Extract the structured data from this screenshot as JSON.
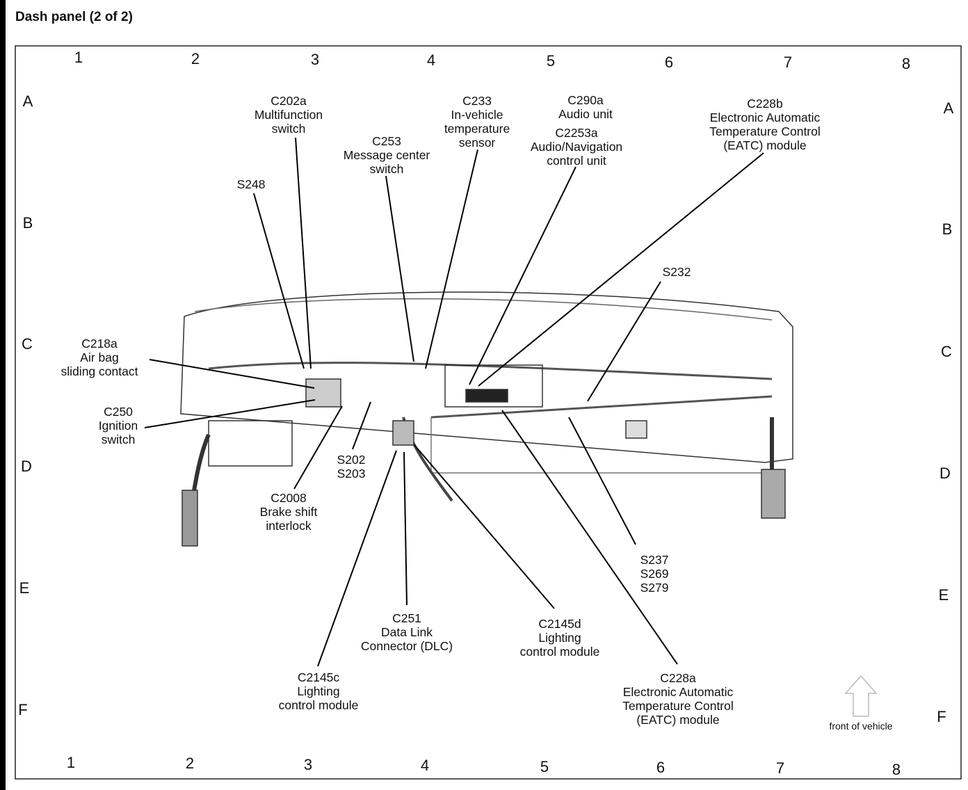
{
  "title": "Dash panel (2 of 2)",
  "grid": {
    "columns": [
      "1",
      "2",
      "3",
      "4",
      "5",
      "6",
      "7",
      "8"
    ],
    "rows": [
      "A",
      "B",
      "C",
      "D",
      "E",
      "F"
    ]
  },
  "callouts": {
    "c202a": [
      "C202a",
      "Multifunction",
      "switch"
    ],
    "s248": [
      "S248"
    ],
    "c253": [
      "C253",
      "Message center",
      "switch"
    ],
    "c233": [
      "C233",
      "In-vehicle",
      "temperature",
      "sensor"
    ],
    "c290a": [
      "C290a",
      "Audio unit"
    ],
    "c2253a": [
      "C2253a",
      "Audio/Navigation",
      "control unit"
    ],
    "c228b": [
      "C228b",
      "Electronic Automatic",
      "Temperature Control",
      "(EATC) module"
    ],
    "s232": [
      "S232"
    ],
    "c218a": [
      "C218a",
      "Air bag",
      "sliding contact"
    ],
    "c250": [
      "C250",
      "Ignition",
      "switch"
    ],
    "s202_s203": [
      "S202",
      "S203"
    ],
    "c2008": [
      "C2008",
      "Brake shift",
      "interlock"
    ],
    "s237_s269_s279": [
      "S237",
      "S269",
      "S279"
    ],
    "c251": [
      "C251",
      "Data Link",
      "Connector (DLC)"
    ],
    "c2145d": [
      "C2145d",
      "Lighting",
      "control module"
    ],
    "c2145c": [
      "C2145c",
      "Lighting",
      "control module"
    ],
    "c228a": [
      "C228a",
      "Electronic Automatic",
      "Temperature Control",
      "(EATC) module"
    ]
  },
  "orientation_label": "front of vehicle"
}
